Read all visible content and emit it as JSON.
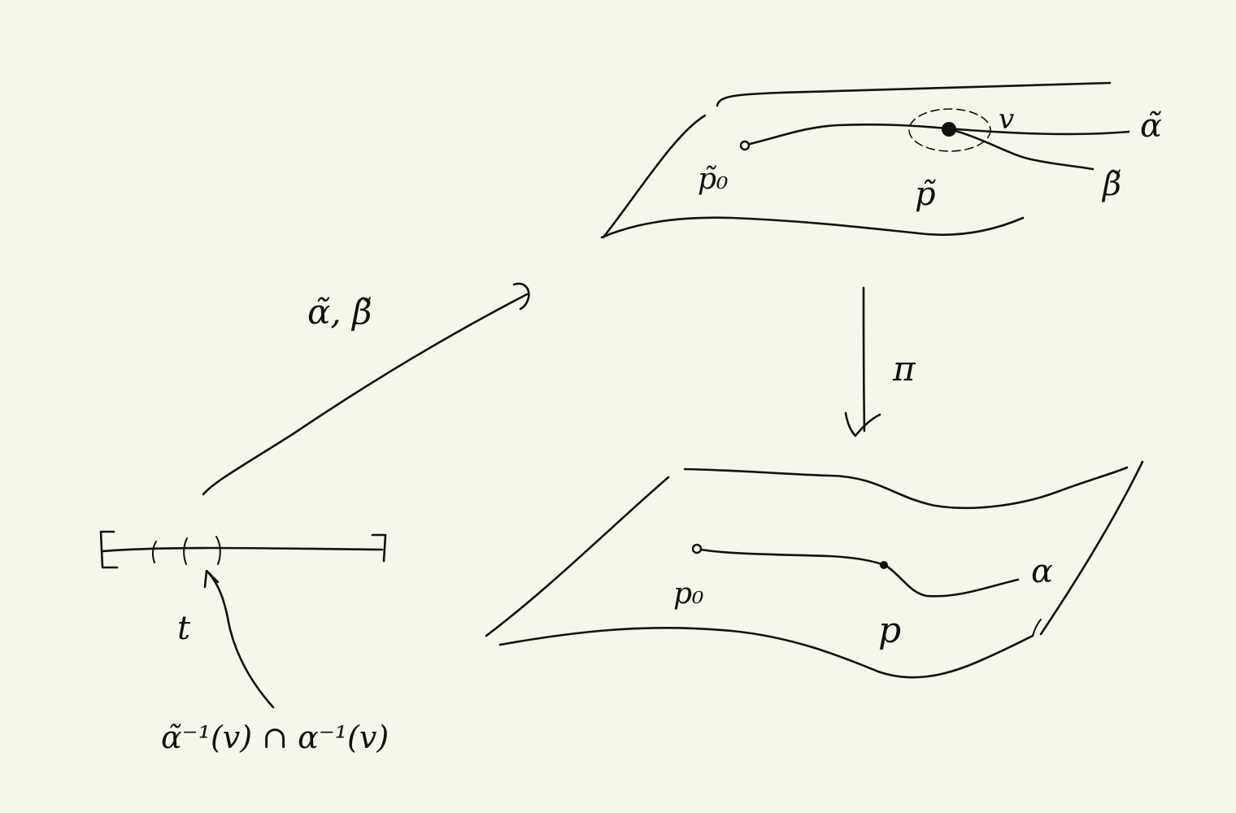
{
  "labels": {
    "p0_tilde": "p̃₀",
    "p_tilde": "p̃",
    "v": "v",
    "alpha_tilde": "α̃",
    "beta_tilde": "β̃",
    "map_label": "α̃, β̃",
    "pi": "π",
    "p0": "p₀",
    "p": "p",
    "alpha": "α",
    "t": "t",
    "preimage": "α̃⁻¹(v) ∩ α⁻¹(v)"
  },
  "colors": {
    "background": "#f7f6ea",
    "ink": "#111111"
  }
}
